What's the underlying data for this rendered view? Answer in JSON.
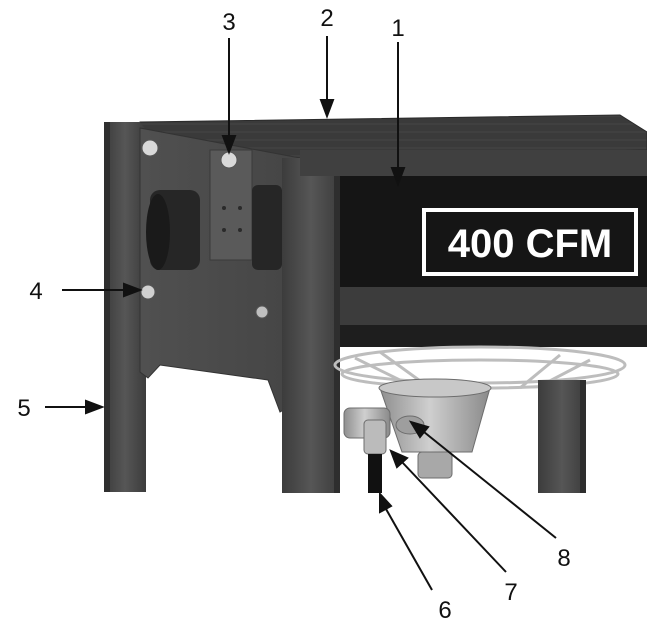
{
  "badge": {
    "text": "400 CFM"
  },
  "callouts": [
    {
      "id": "1",
      "label": "1"
    },
    {
      "id": "2",
      "label": "2"
    },
    {
      "id": "3",
      "label": "3"
    },
    {
      "id": "4",
      "label": "4"
    },
    {
      "id": "5",
      "label": "5"
    },
    {
      "id": "6",
      "label": "6"
    },
    {
      "id": "7",
      "label": "7"
    },
    {
      "id": "8",
      "label": "8"
    }
  ],
  "colors": {
    "frame": "#4a4a4a",
    "frame_dark": "#2e2e2e",
    "panel_black": "#151515",
    "top_surface": "#3a3a3a",
    "fan_guard": "#bdbdbd",
    "valve": "#b5b5b5"
  }
}
